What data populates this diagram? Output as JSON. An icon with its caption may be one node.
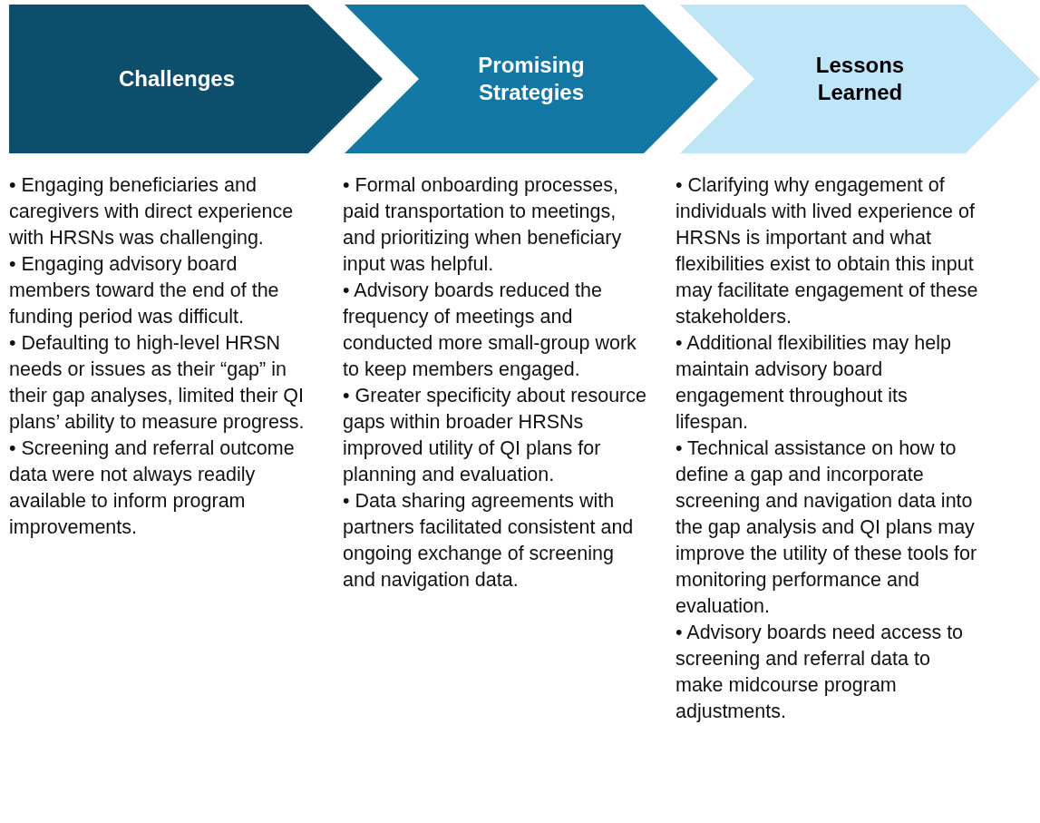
{
  "diagram": {
    "nodes": [
      {
        "text": [
          "Challenges"
        ],
        "beside": [
          "• Engaging beneficiaries and caregivers with direct experience with HRSNs was challenging.",
          "• Engaging advisory board members toward the end of the funding period was difficult.",
          "• Defaulting to high-level HRSN needs or issues as their “gap” in their gap analyses, limited their QI plans’ ability to measure progress.",
          "• Screening and referral outcome data were not always readily available to inform program improvements."
        ]
      },
      {
        "text": [
          "Promising Strategies"
        ],
        "beside": [
          "• Formal onboarding processes, paid transportation to meetings, and prioritizing when beneficiary input was helpful.",
          "• Advisory boards reduced the frequency of meetings and conducted more small-group work to keep members engaged.",
          "• Greater specificity about resource gaps within broader HRSNs improved utility of QI plans for planning and evaluation.",
          "• Data sharing agreements with partners facilitated consistent and ongoing exchange of screening and navigation data."
        ]
      },
      {
        "text": [
          "Lessons Learned"
        ],
        "beside": [
          "• Clarifying why engagement of individuals with lived experience of HRSNs is important and what flexibilities exist to obtain this input may facilitate engagement of these stakeholders.",
          "• Additional flexibilities may help maintain advisory board engagement throughout its lifespan.",
          "• Technical assistance on how to define a gap and incorporate screening and navigation data into the gap analysis and QI plans may improve the utility of these tools for monitoring performance and evaluation.",
          "• Advisory boards need access to screening and referral data to make midcourse program adjustments."
        ]
      }
    ],
    "edges": []
  }
}
